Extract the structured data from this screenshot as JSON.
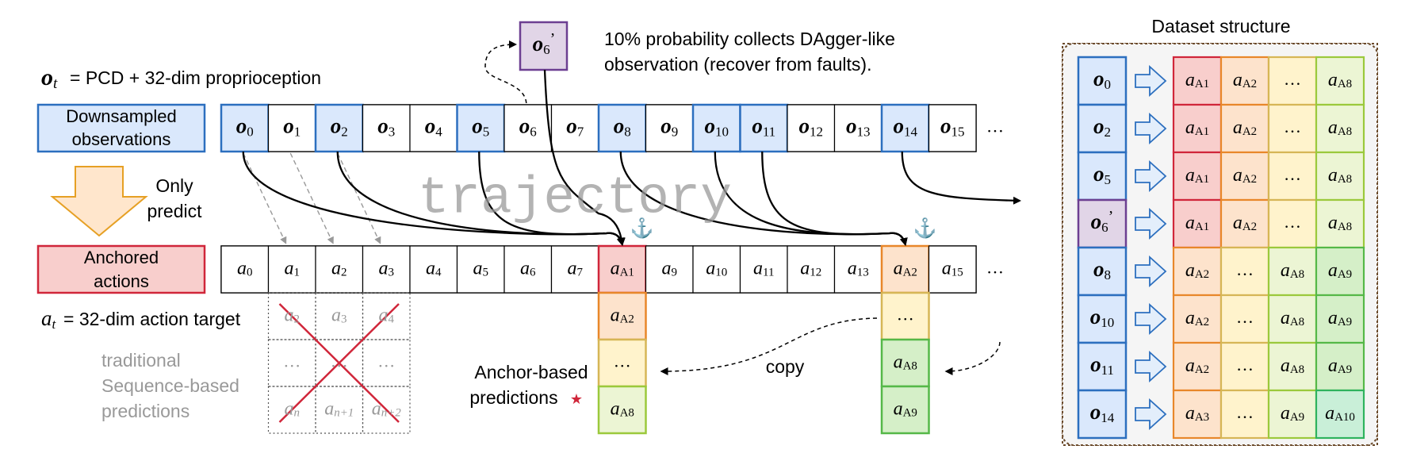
{
  "legend": {
    "obs_def_symbol": "o",
    "obs_def_sub": "t",
    "obs_def_text": "= PCD + 32-dim proprioception",
    "downsampled_label": [
      "Downsampled",
      "observations"
    ],
    "only_predict": [
      "Only",
      "predict"
    ],
    "anchored_label": [
      "Anchored",
      "actions"
    ],
    "act_def_symbol": "a",
    "act_def_sub": "t",
    "act_def_text": "= 32-dim action target",
    "traditional_label": [
      "traditional",
      "Sequence-based",
      "predictions"
    ],
    "anchor_pred_label": [
      "Anchor-based",
      "predictions"
    ],
    "star": "★",
    "anchor_icon": "⚓",
    "copy_label": "copy",
    "watermark": "trajectory",
    "ellipsis": "…"
  },
  "dagger": {
    "sym": "o",
    "sub": "6",
    "prime": "’",
    "note": [
      "10% probability collects DAgger-like",
      "observation (recover from faults)."
    ]
  },
  "observations": [
    {
      "sym": "o",
      "sub": "0",
      "highlight": true
    },
    {
      "sym": "o",
      "sub": "1",
      "highlight": false
    },
    {
      "sym": "o",
      "sub": "2",
      "highlight": true
    },
    {
      "sym": "o",
      "sub": "3",
      "highlight": false
    },
    {
      "sym": "o",
      "sub": "4",
      "highlight": false
    },
    {
      "sym": "o",
      "sub": "5",
      "highlight": true
    },
    {
      "sym": "o",
      "sub": "6",
      "highlight": false
    },
    {
      "sym": "o",
      "sub": "7",
      "highlight": false
    },
    {
      "sym": "o",
      "sub": "8",
      "highlight": true
    },
    {
      "sym": "o",
      "sub": "9",
      "highlight": false
    },
    {
      "sym": "o",
      "sub": "10",
      "highlight": true
    },
    {
      "sym": "o",
      "sub": "11",
      "highlight": true
    },
    {
      "sym": "o",
      "sub": "12",
      "highlight": false
    },
    {
      "sym": "o",
      "sub": "13",
      "highlight": false
    },
    {
      "sym": "o",
      "sub": "14",
      "highlight": true
    },
    {
      "sym": "o",
      "sub": "15",
      "highlight": false
    }
  ],
  "actions": [
    {
      "sym": "a",
      "sub": "0",
      "color": ""
    },
    {
      "sym": "a",
      "sub": "1",
      "color": ""
    },
    {
      "sym": "a",
      "sub": "2",
      "color": ""
    },
    {
      "sym": "a",
      "sub": "3",
      "color": ""
    },
    {
      "sym": "a",
      "sub": "4",
      "color": ""
    },
    {
      "sym": "a",
      "sub": "5",
      "color": ""
    },
    {
      "sym": "a",
      "sub": "6",
      "color": ""
    },
    {
      "sym": "a",
      "sub": "7",
      "color": ""
    },
    {
      "sym": "a",
      "sub": "A1",
      "color": "red"
    },
    {
      "sym": "a",
      "sub": "9",
      "color": ""
    },
    {
      "sym": "a",
      "sub": "10",
      "color": ""
    },
    {
      "sym": "a",
      "sub": "11",
      "color": ""
    },
    {
      "sym": "a",
      "sub": "12",
      "color": ""
    },
    {
      "sym": "a",
      "sub": "13",
      "color": ""
    },
    {
      "sym": "a",
      "sub": "A2",
      "color": "orange"
    },
    {
      "sym": "a",
      "sub": "15",
      "color": ""
    }
  ],
  "anchor_col1": [
    {
      "sym": "a",
      "sub": "A2",
      "color": "orange"
    },
    {
      "sym": "",
      "sub": "",
      "text": "…",
      "color": "yellow"
    },
    {
      "sym": "a",
      "sub": "A8",
      "color": "lime"
    }
  ],
  "anchor_col2": [
    {
      "sym": "",
      "sub": "",
      "text": "…",
      "color": "yellow"
    },
    {
      "sym": "a",
      "sub": "A8",
      "color": "green"
    },
    {
      "sym": "a",
      "sub": "A9",
      "color": "green"
    }
  ],
  "traditional_grid": [
    [
      {
        "sym": "a",
        "sub": "2"
      },
      {
        "sym": "a",
        "sub": "3"
      },
      {
        "sym": "a",
        "sub": "4"
      }
    ],
    [
      {
        "text": "…"
      },
      {
        "text": "…"
      },
      {
        "text": "…"
      }
    ],
    [
      {
        "sym": "a",
        "sub": "n"
      },
      {
        "sym": "a",
        "sub": "n+1"
      },
      {
        "sym": "a",
        "sub": "n+2"
      }
    ]
  ],
  "dataset": {
    "title": "Dataset structure",
    "rows": [
      {
        "obs": {
          "sym": "o",
          "sub": "0",
          "prime": ""
        },
        "cells": [
          {
            "sub": "A1",
            "c": "red"
          },
          {
            "sub": "A2",
            "c": "orange"
          },
          {
            "text": "…",
            "c": "yellow"
          },
          {
            "sub": "A8",
            "c": "lime"
          }
        ]
      },
      {
        "obs": {
          "sym": "o",
          "sub": "2",
          "prime": ""
        },
        "cells": [
          {
            "sub": "A1",
            "c": "red"
          },
          {
            "sub": "A2",
            "c": "orange"
          },
          {
            "text": "…",
            "c": "yellow"
          },
          {
            "sub": "A8",
            "c": "lime"
          }
        ]
      },
      {
        "obs": {
          "sym": "o",
          "sub": "5",
          "prime": ""
        },
        "cells": [
          {
            "sub": "A1",
            "c": "red"
          },
          {
            "sub": "A2",
            "c": "orange"
          },
          {
            "text": "…",
            "c": "yellow"
          },
          {
            "sub": "A8",
            "c": "lime"
          }
        ]
      },
      {
        "obs": {
          "sym": "o",
          "sub": "6",
          "prime": "’"
        },
        "cells": [
          {
            "sub": "A1",
            "c": "red"
          },
          {
            "sub": "A2",
            "c": "orange"
          },
          {
            "text": "…",
            "c": "yellow"
          },
          {
            "sub": "A8",
            "c": "lime"
          }
        ]
      },
      {
        "obs": {
          "sym": "o",
          "sub": "8",
          "prime": ""
        },
        "cells": [
          {
            "sub": "A2",
            "c": "orange"
          },
          {
            "text": "…",
            "c": "yellow"
          },
          {
            "sub": "A8",
            "c": "lime"
          },
          {
            "sub": "A9",
            "c": "green"
          }
        ]
      },
      {
        "obs": {
          "sym": "o",
          "sub": "10",
          "prime": ""
        },
        "cells": [
          {
            "sub": "A2",
            "c": "orange"
          },
          {
            "text": "…",
            "c": "yellow"
          },
          {
            "sub": "A8",
            "c": "lime"
          },
          {
            "sub": "A9",
            "c": "green"
          }
        ]
      },
      {
        "obs": {
          "sym": "o",
          "sub": "11",
          "prime": ""
        },
        "cells": [
          {
            "sub": "A2",
            "c": "orange"
          },
          {
            "text": "…",
            "c": "yellow"
          },
          {
            "sub": "A8",
            "c": "lime"
          },
          {
            "sub": "A9",
            "c": "green"
          }
        ]
      },
      {
        "obs": {
          "sym": "o",
          "sub": "14",
          "prime": ""
        },
        "cells": [
          {
            "sub": "A3",
            "c": "orange"
          },
          {
            "text": "…",
            "c": "yellow"
          },
          {
            "sub": "A9",
            "c": "lime"
          },
          {
            "sub": "A10",
            "c": "mint"
          }
        ]
      }
    ]
  },
  "colors": {
    "blue_fill": "#dae8fc",
    "blue_stroke": "#2c6fbf",
    "red_fill": "#f8cecc",
    "red_stroke": "#d0263a",
    "orange_fill": "#fde3cc",
    "orange_stroke": "#e8872a",
    "yellow_fill": "#fff3cc",
    "yellow_stroke": "#d6b656",
    "lime_fill": "#ecf5d4",
    "lime_stroke": "#9bc93c",
    "green_fill": "#d5efc8",
    "green_stroke": "#55b848",
    "mint_fill": "#c9efd8",
    "mint_stroke": "#2fb35e",
    "purple_fill": "#e1d5e7",
    "purple_stroke": "#6c3f91",
    "arrow_fill": "#ffe6cc",
    "arrow_stroke": "#e6a024",
    "gray_text": "#999999"
  }
}
